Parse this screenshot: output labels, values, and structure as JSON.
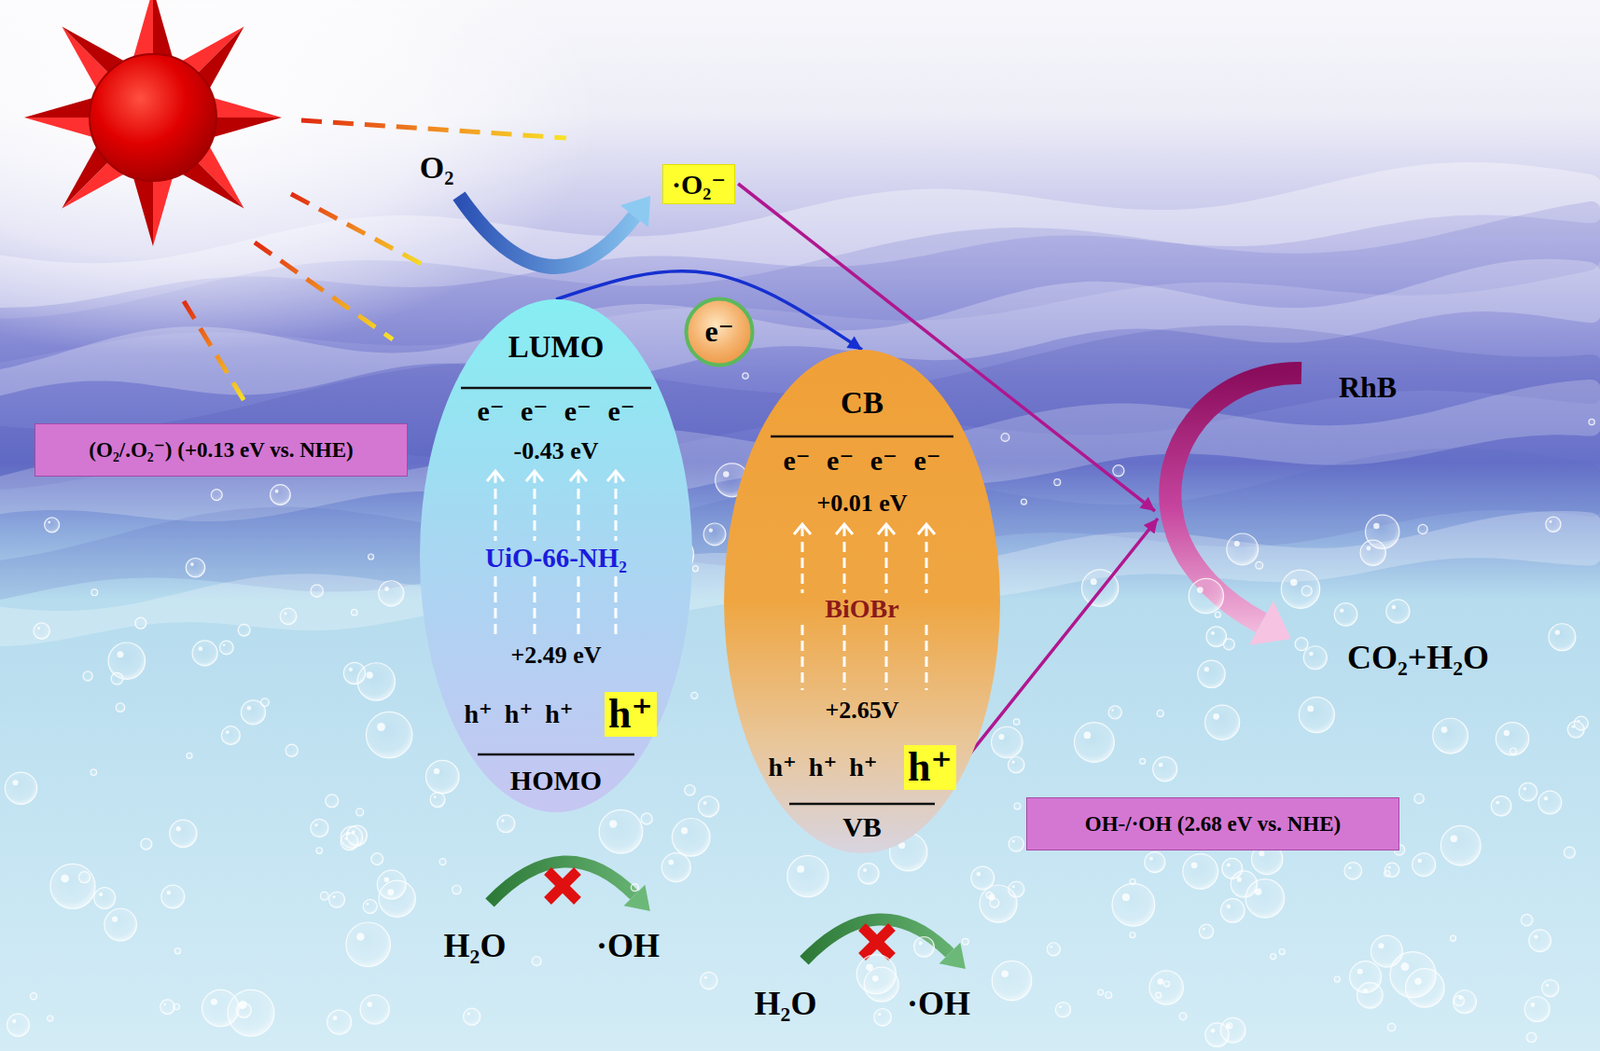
{
  "diagram": {
    "nodes": [
      {
        "text": [
          "·O₂⁻"
        ]
      },
      {
        "text": [
          "e⁻"
        ]
      },
      {
        "text": [
          "LUMO",
          "e⁻ e⁻ e⁻ e⁻",
          "-0.43 eV",
          "UiO-66-NH₂",
          "+2.49 eV",
          "h⁺ h⁺ h⁺",
          "HOMO"
        ]
      },
      {
        "text": [
          "h⁺"
        ],
        "in": 2
      },
      {
        "text": [
          "CB",
          "e⁻ e⁻ e⁻ e⁻",
          "+0.01 eV",
          "BiOBr",
          "+2.65V",
          "h⁺ h⁺ h⁺",
          "VB"
        ]
      },
      {
        "text": [
          "h⁺"
        ],
        "in": 4
      },
      {
        "text": [
          "(O₂/.O₂⁻) (+0.13 eV vs. NHE)"
        ]
      },
      {
        "text": [
          "OH-/·OH (2.68 eV vs. NHE)"
        ]
      }
    ],
    "edges": [
      {
        "from": 2,
        "to": 4,
        "arrow": "to"
      }
    ],
    "labels": [
      "O₂",
      "RhB",
      "CO₂+H₂O",
      "H₂O",
      "·OH",
      "H₂O",
      "·OH"
    ]
  }
}
